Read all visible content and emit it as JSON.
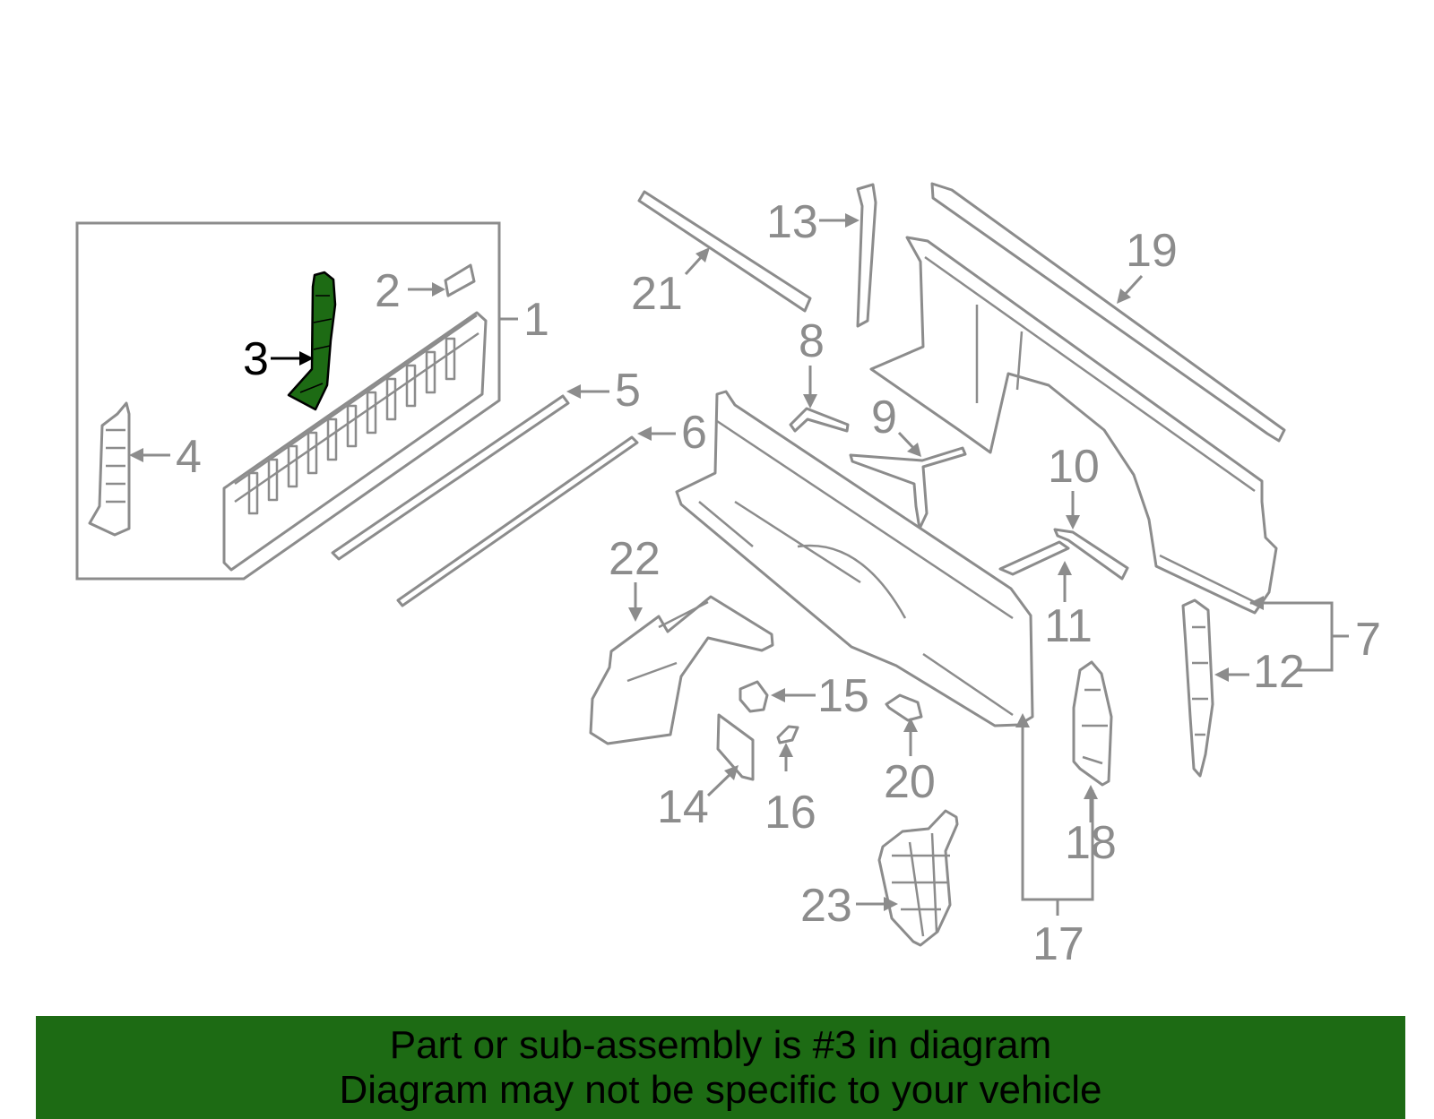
{
  "diagram": {
    "highlighted_part": "3",
    "highlight_color": "#1d6b14",
    "line_color": "#8c8c8c",
    "callouts": [
      "1",
      "2",
      "3",
      "4",
      "5",
      "6",
      "7",
      "8",
      "9",
      "10",
      "11",
      "12",
      "13",
      "14",
      "15",
      "16",
      "17",
      "18",
      "19",
      "20",
      "21",
      "22",
      "23"
    ]
  },
  "banner": {
    "line1": "Part or sub-assembly is #3 in diagram",
    "line2": "Diagram may not be specific to your vehicle",
    "background": "#1d6b14"
  }
}
